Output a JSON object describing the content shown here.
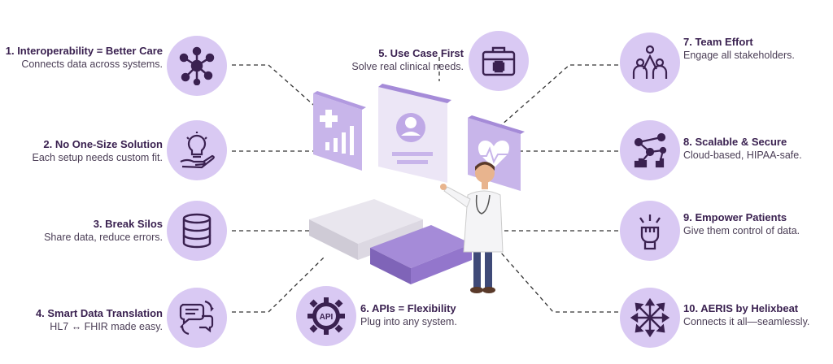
{
  "items": [
    {
      "title": "1. Interoperability = Better Care",
      "desc": "Connects data across systems.",
      "icon": "network-nodes-icon"
    },
    {
      "title": "2. No One-Size Solution",
      "desc": "Each setup needs custom fit.",
      "icon": "lightbulb-hand-icon"
    },
    {
      "title": "3. Break Silos",
      "desc": "Share data, reduce errors.",
      "icon": "database-icon"
    },
    {
      "title": "4. Smart Data Translation",
      "desc": "HL7 ↔ FHIR made easy.",
      "icon": "chat-translate-icon"
    },
    {
      "title": "5. Use Case First",
      "desc": "Solve real clinical needs.",
      "icon": "medical-kit-icon"
    },
    {
      "title": "6. APIs = Flexibility",
      "desc": "Plug into any system.",
      "icon": "api-gear-icon"
    },
    {
      "title": "7. Team Effort",
      "desc": "Engage all stakeholders.",
      "icon": "team-high-five-icon"
    },
    {
      "title": "8. Scalable & Secure",
      "desc": "Cloud-based, HIPAA-safe.",
      "icon": "scalable-network-icon"
    },
    {
      "title": "9. Empower Patients",
      "desc": "Give them control of data.",
      "icon": "raised-fist-icon"
    },
    {
      "title": "10. AERIS by Helixbeat",
      "desc": "Connects it all—seamlessly.",
      "icon": "arrows-outward-icon"
    }
  ],
  "center": {
    "api_label": "API"
  },
  "colors": {
    "accent": "#d9c9f3",
    "dark": "#3a2150",
    "card": "#c8b5ea"
  }
}
